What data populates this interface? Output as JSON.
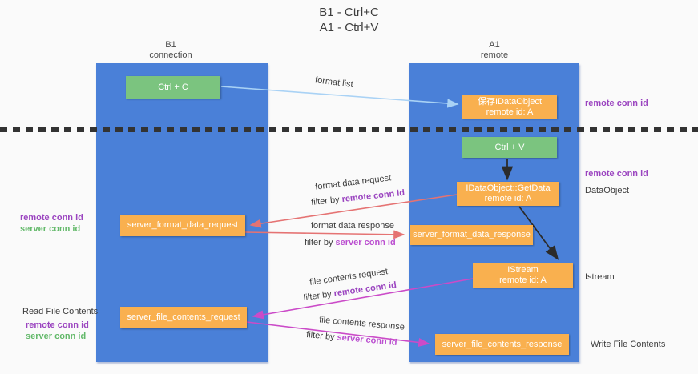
{
  "title": {
    "line1": "B1 - Ctrl+C",
    "line2": "A1 - Ctrl+V"
  },
  "columns": {
    "left": {
      "name": "B1",
      "subtitle": "connection"
    },
    "right": {
      "name": "A1",
      "subtitle": "remote"
    }
  },
  "nodes": {
    "ctrl_c": "Ctrl + C",
    "ctrl_v": "Ctrl + V",
    "save_dataobject": {
      "line1": "保存IDataObject",
      "line2": "remote id: A"
    },
    "getdata": {
      "line1": "IDataObject::GetData",
      "line2": "remote id: A"
    },
    "istream": {
      "line1": "IStream",
      "line2": "remote id: A"
    },
    "server_format_data_request": "server_format_data_request",
    "server_format_data_response": "server_format_data_response",
    "server_file_contents_request": "server_file_contents_request",
    "server_file_contents_response": "server_file_contents_response"
  },
  "edge_labels": {
    "format_list": "format list",
    "format_data_request": "format data request",
    "format_data_response": "format data response",
    "file_contents_request": "file contents request",
    "file_contents_response": "file contents response",
    "filter_by": "filter by ",
    "remote_conn_id": "remote conn id",
    "server_conn_id": "server conn id"
  },
  "side_labels": {
    "remote_conn_id": "remote conn id",
    "server_conn_id": "server conn id",
    "dataobject": "DataObject",
    "istream": "Istream",
    "read_file_contents": "Read File Contents",
    "write_file_contents": "Write File Contents"
  },
  "colors": {
    "column_blue": "#4a80d8",
    "node_green": "#7bc47f",
    "node_orange": "#f9b04f",
    "arrow_lightblue": "#a9d2f5",
    "arrow_salmon": "#e57373",
    "arrow_magenta": "#cb4bc8",
    "arrow_black": "#2b2b2b",
    "text_purple": "#9b45c0",
    "text_green": "#63b96a",
    "text_orchid": "#bb4fd0"
  }
}
